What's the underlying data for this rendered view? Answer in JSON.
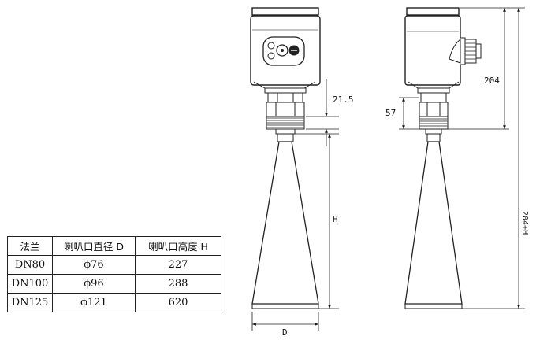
{
  "dimensions": {
    "flange_gap": "21.5",
    "housing_height": "204",
    "thread_height": "57",
    "horn_height": "H",
    "total_height": "204+H",
    "horn_diameter": "D"
  },
  "table": {
    "headers": [
      "法兰",
      "喇叭口直径 D",
      "喇叭口高度 H"
    ],
    "rows": [
      [
        "DN80",
        "ϕ76",
        "227"
      ],
      [
        "DN100",
        "ϕ96",
        "288"
      ],
      [
        "DN125",
        "ϕ121",
        "620"
      ]
    ]
  }
}
